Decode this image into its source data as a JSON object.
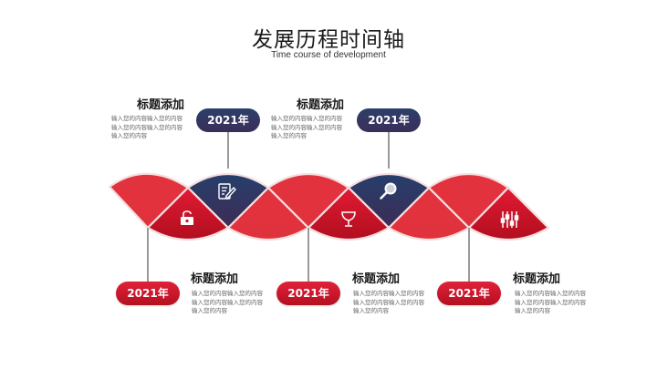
{
  "header": {
    "title": "发展历程时间轴",
    "subtitle": "Time course of development"
  },
  "colors": {
    "red": "#e2303d",
    "dark_red": "#c8142a",
    "navy": "#2c3f6a",
    "stem": "#9a9a9a"
  },
  "milestones": [
    {
      "position": "bottom",
      "year": "2021年",
      "title": "标题添加",
      "body": "输入您的内容输入您的内容输入您的内容输入您的内容输入您的内容",
      "icon": "unlock-icon"
    },
    {
      "position": "top",
      "year": "2021年",
      "title": "标题添加",
      "body": "输入您的内容输入您的内容输入您的内容输入您的内容输入您的内容",
      "icon": "edit-document-icon"
    },
    {
      "position": "bottom",
      "year": "2021年",
      "title": "标题添加",
      "body": "输入您的内容输入您的内容输入您的内容输入您的内容输入您的内容",
      "icon": "trophy-icon"
    },
    {
      "position": "top",
      "year": "2021年",
      "title": "标题添加",
      "body": "输入您的内容输入您的内容输入您的内容输入您的内容输入您的内容",
      "icon": "search-icon"
    },
    {
      "position": "bottom",
      "year": "2021年",
      "title": "标题添加",
      "body": "输入您的内容输入您的内容输入您的内容输入您的内容输入您的内容",
      "icon": "sliders-icon"
    }
  ]
}
